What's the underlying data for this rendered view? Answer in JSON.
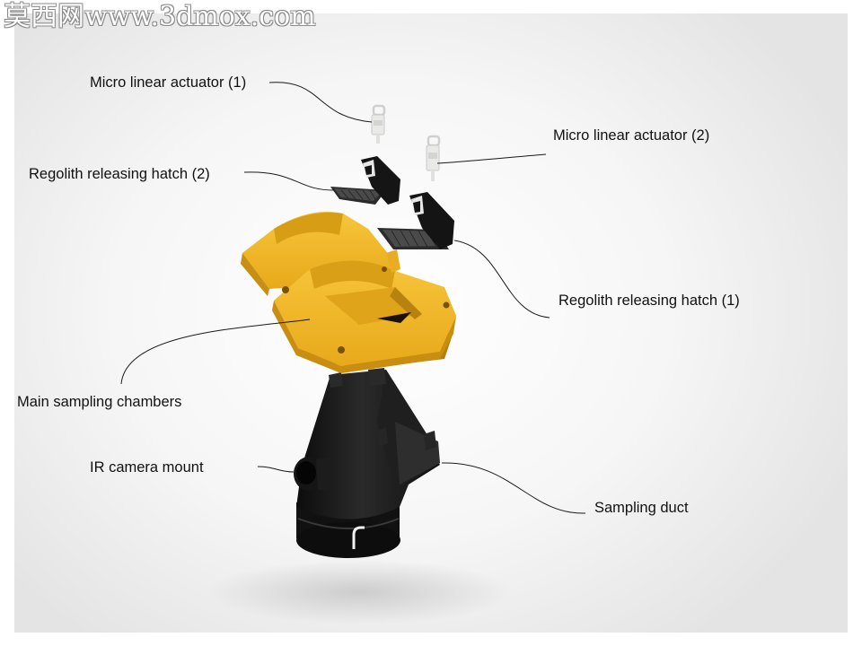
{
  "watermark": "莫西网www.3dmox.com",
  "labels": {
    "actuator_1": "Micro linear actuator (1)",
    "actuator_2": "Micro linear actuator (2)",
    "hatch_2": "Regolith releasing hatch (2)",
    "hatch_1": "Regolith releasing hatch (1)",
    "chambers": "Main sampling chambers",
    "ir_mount": "IR camera mount",
    "duct": "Sampling duct"
  },
  "colors": {
    "chamber": "#f2b728",
    "chamber_dark": "#c98f12",
    "black_part": "#161616",
    "actuator": "#e8e8e6"
  }
}
